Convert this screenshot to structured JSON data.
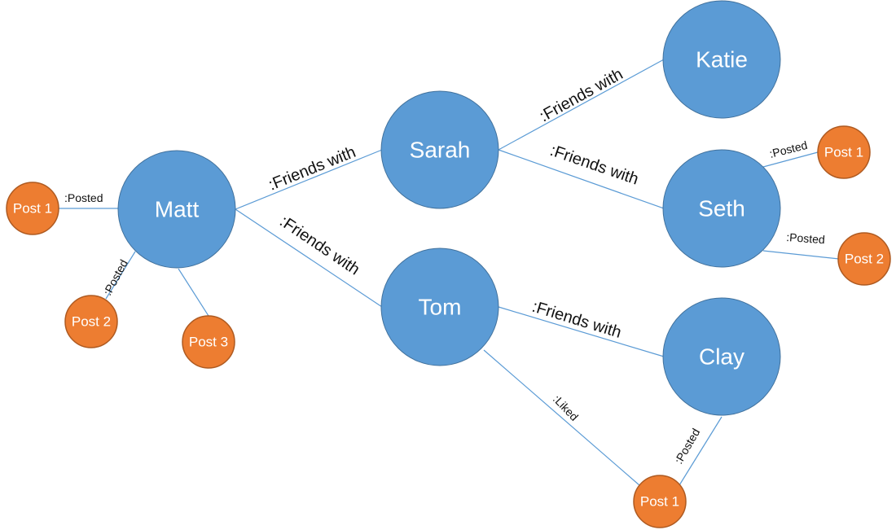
{
  "nodes": {
    "matt": "Matt",
    "sarah": "Sarah",
    "tom": "Tom",
    "katie": "Katie",
    "seth": "Seth",
    "clay": "Clay",
    "matt_post1": "Post 1",
    "matt_post2": "Post 2",
    "matt_post3": "Post 3",
    "seth_post1": "Post 1",
    "seth_post2": "Post 2",
    "clay_post1": "Post 1"
  },
  "relations": {
    "matt_sarah": ":Friends with",
    "matt_tom": ":Friends with",
    "sarah_katie": ":Friends with",
    "sarah_seth": ":Friends with",
    "tom_clay": ":Friends with",
    "matt_post1": ":Posted",
    "matt_post2": ":Posted",
    "seth_post1": ":Posted",
    "seth_post2": ":Posted",
    "clay_post1": ":Posted",
    "tom_liked_post1": ":Liked"
  },
  "colors": {
    "person": "#5b9bd5",
    "post": "#ed7d31",
    "edge": "#5b9bd5"
  }
}
